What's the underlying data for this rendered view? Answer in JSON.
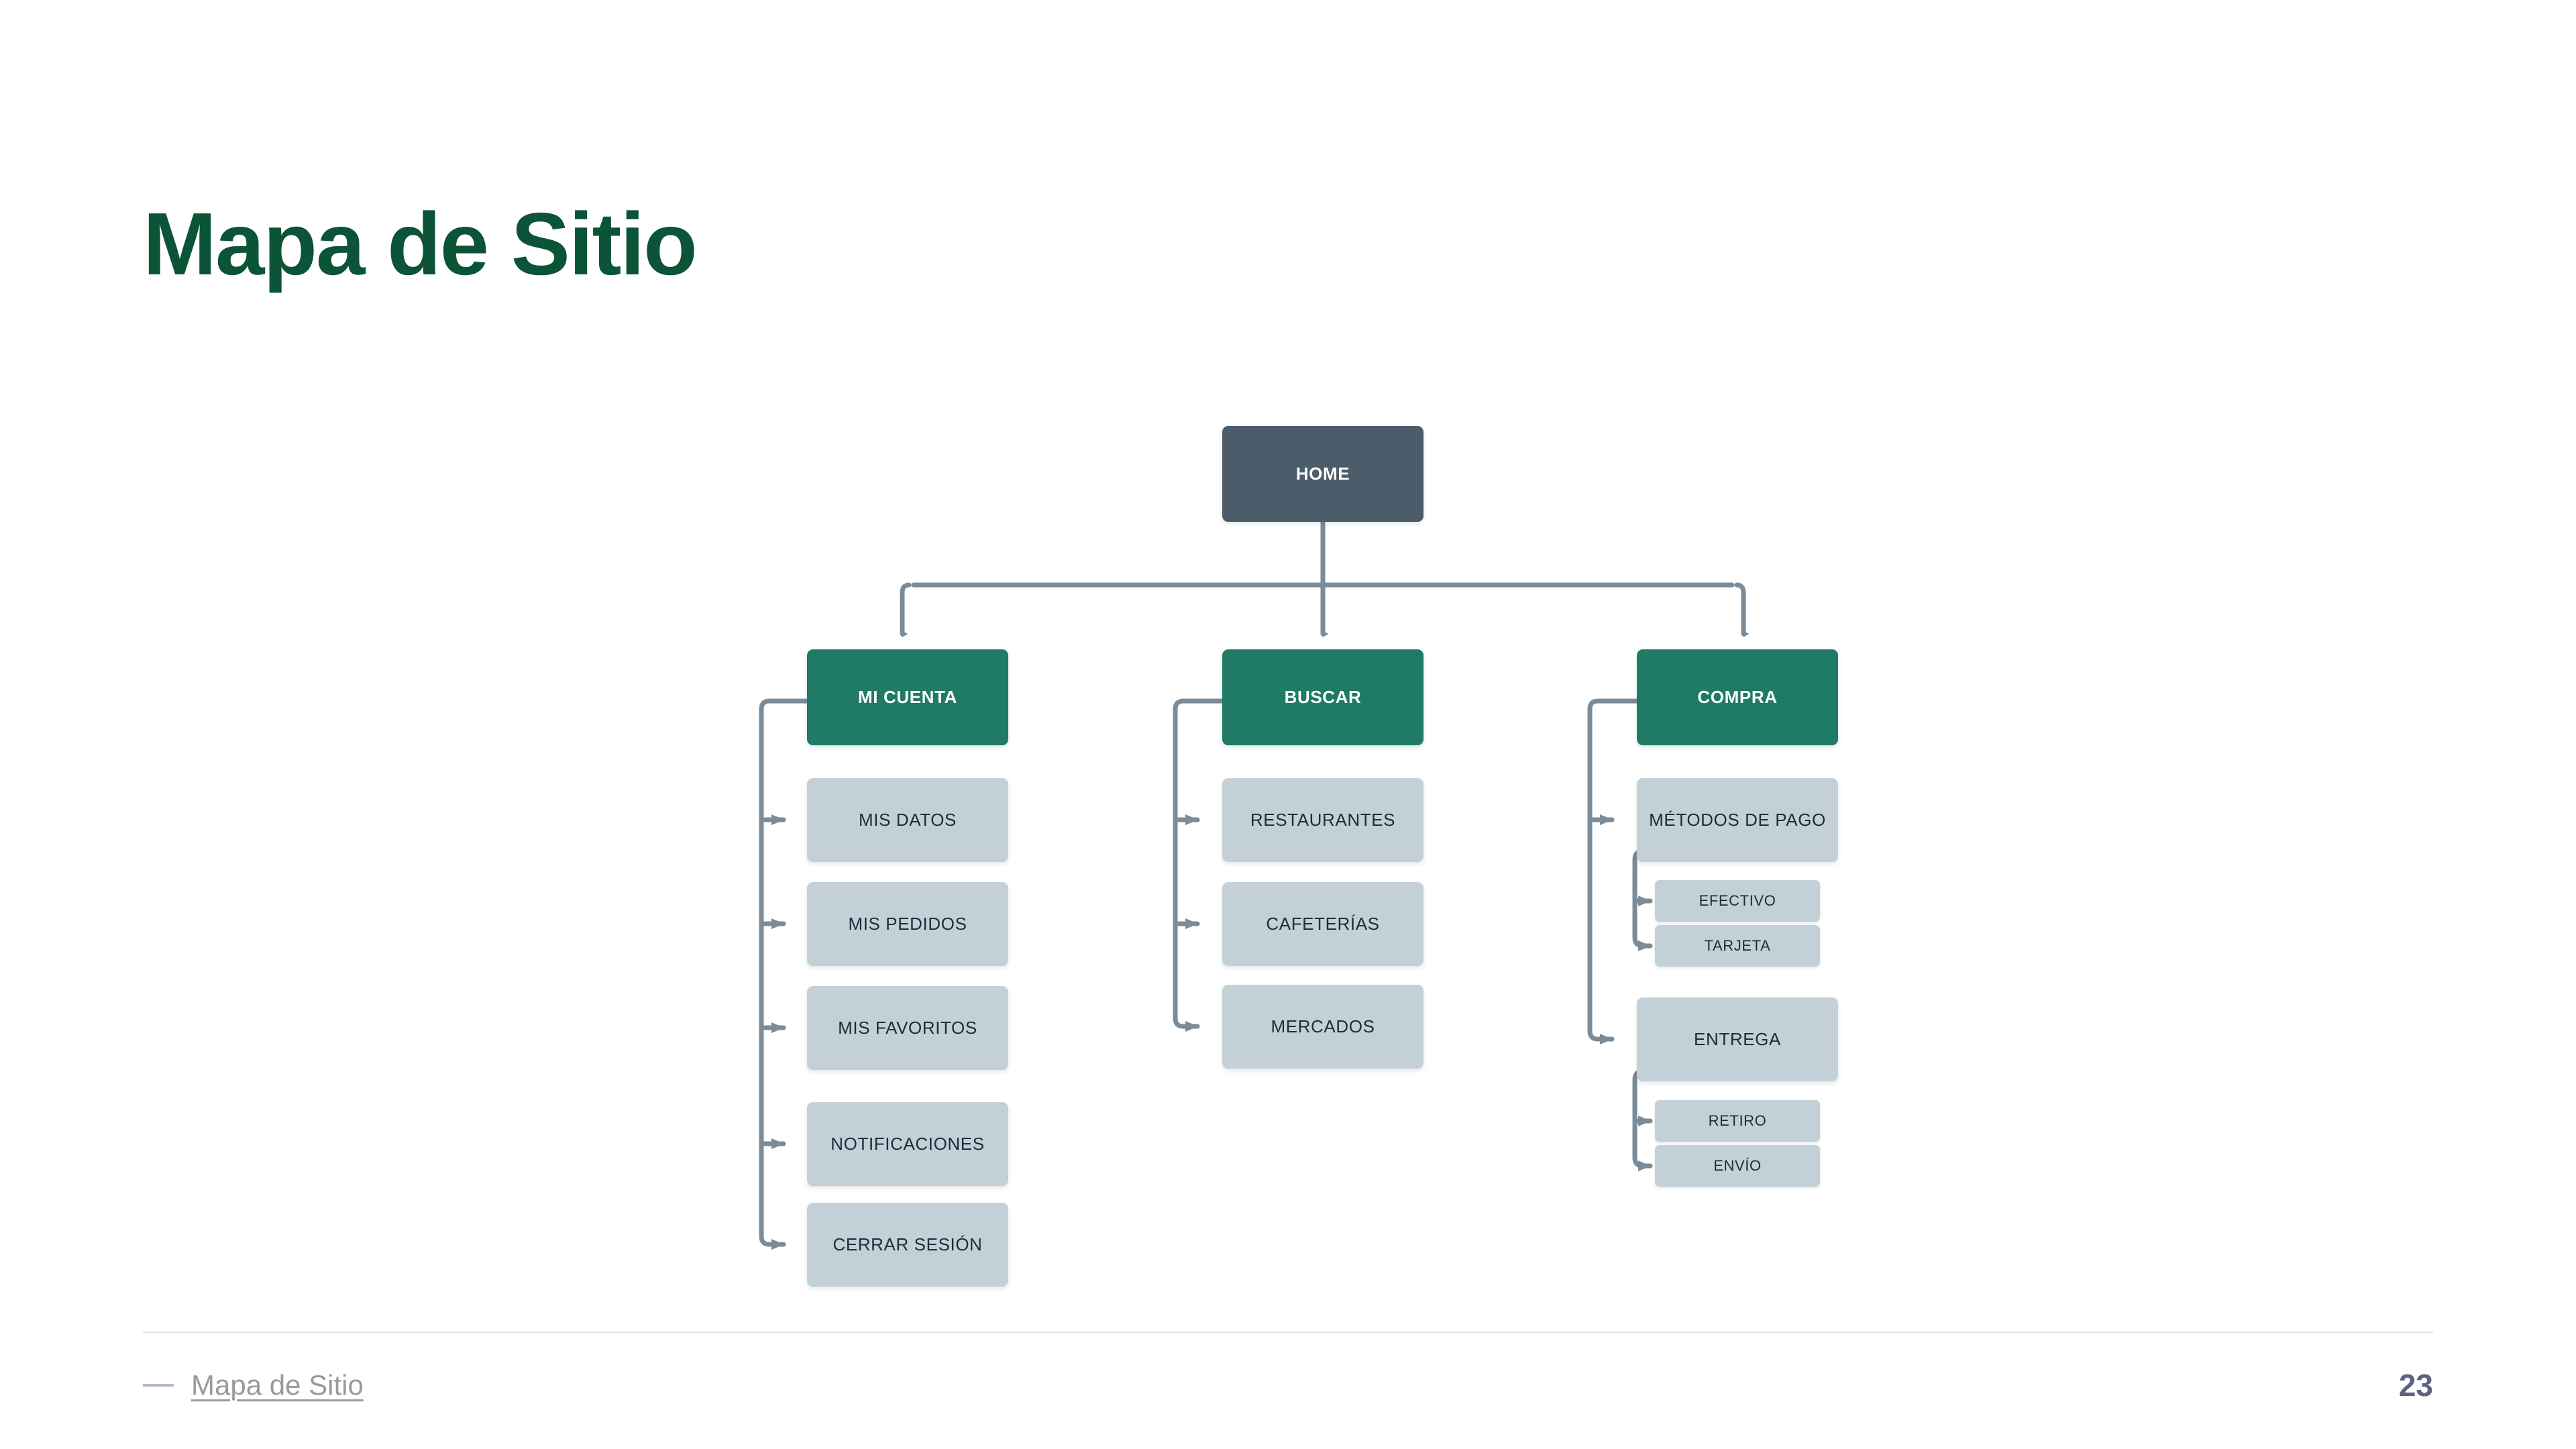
{
  "slide": {
    "title": "Mapa de Sitio",
    "page_number": "23",
    "background_color": "#FFFFFF"
  },
  "footer": {
    "dash_icon": "em-dash-icon",
    "label": "Mapa de Sitio"
  },
  "colors": {
    "title_green": "#0C5437",
    "root_slate": "#4B5C6B",
    "branch_green": "#1F7A66",
    "leaf_gray": "#C3D0D8",
    "leaf_text": "#1F2C38",
    "connector": "#7A8B99",
    "footer_text": "#9A9A97",
    "page_number": "#5F6180"
  },
  "sitemap": {
    "type": "tree",
    "root": {
      "label": "HOME",
      "level": 1
    },
    "branches": [
      {
        "label": "MI CUENTA",
        "level": 2,
        "children": [
          {
            "label": "MIS DATOS",
            "level": 3
          },
          {
            "label": "MIS PEDIDOS",
            "level": 3
          },
          {
            "label": "MIS FAVORITOS",
            "level": 3
          },
          {
            "label": "NOTIFICACIONES",
            "level": 3
          },
          {
            "label": "CERRAR SESIÓN",
            "level": 3
          }
        ]
      },
      {
        "label": "BUSCAR",
        "level": 2,
        "children": [
          {
            "label": "RESTAURANTES",
            "level": 3
          },
          {
            "label": "CAFETERÍAS",
            "level": 3
          },
          {
            "label": "MERCADOS",
            "level": 3
          }
        ]
      },
      {
        "label": "COMPRA",
        "level": 2,
        "children": [
          {
            "label": "MÉTODOS DE PAGO",
            "level": 3,
            "children": [
              {
                "label": "EFECTIVO",
                "level": 4
              },
              {
                "label": "TARJETA",
                "level": 4
              }
            ]
          },
          {
            "label": "ENTREGA",
            "level": 3,
            "children": [
              {
                "label": "RETIRO",
                "level": 4
              },
              {
                "label": "ENVÍO",
                "level": 4
              }
            ]
          }
        ]
      }
    ]
  }
}
